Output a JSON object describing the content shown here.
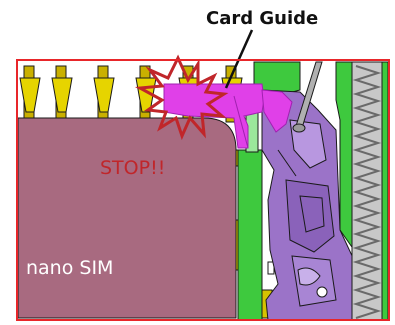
{
  "labels": {
    "callout": "Card Guide",
    "stop": "STOP!!",
    "sim": "nano SIM"
  },
  "colors": {
    "frame_border": "#e8262a",
    "sim_card": "#a86a80",
    "card_guide": "#e040e8",
    "contact_pins": "#c9b000",
    "green_body": "#3ec93e",
    "mechanism": "#9b73c8",
    "spring": "#8a8a8a",
    "stop_burst": "#c0262a"
  },
  "icons": {
    "burst": "collision-burst-icon"
  }
}
